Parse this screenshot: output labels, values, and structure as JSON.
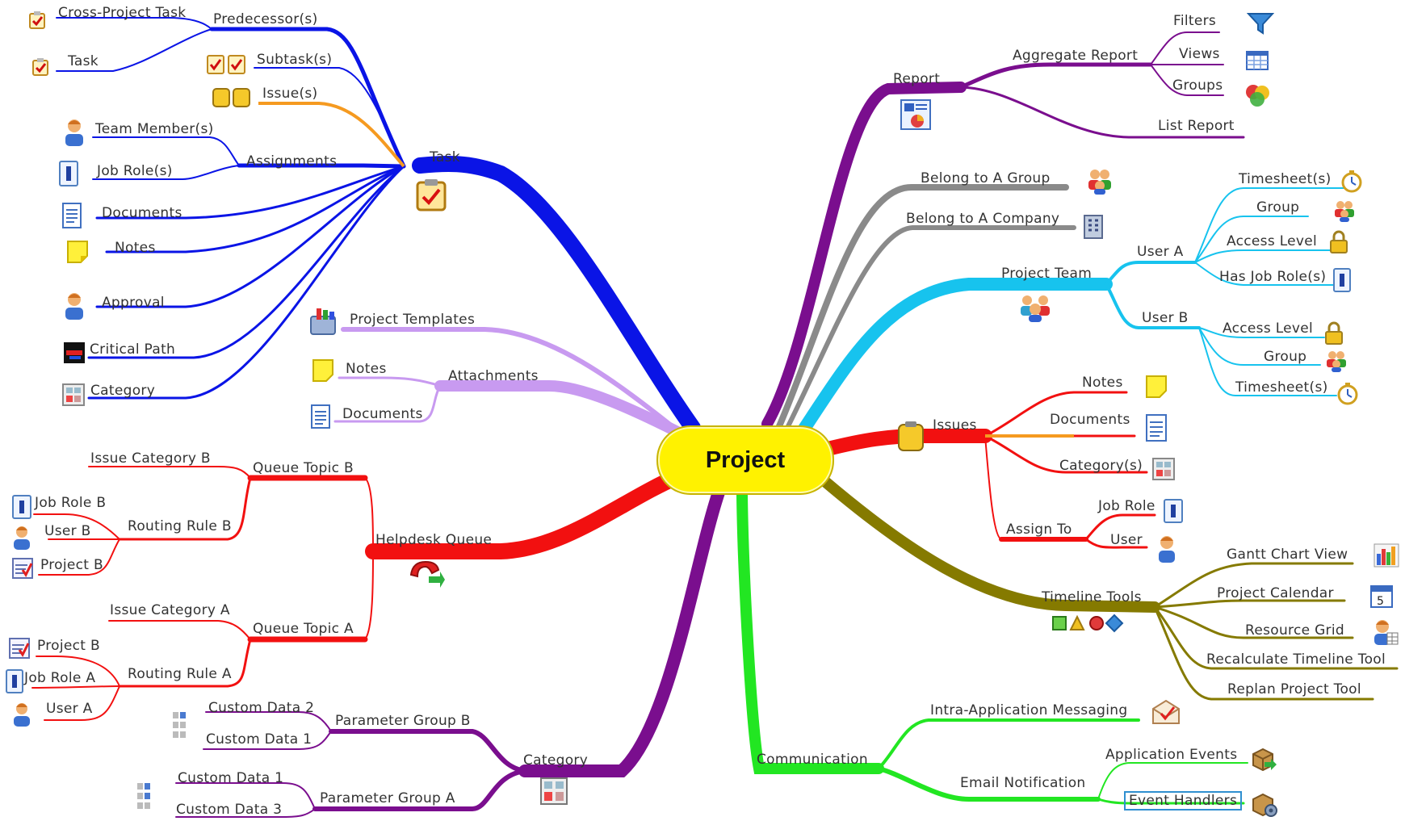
{
  "center": "Project",
  "task": {
    "title": "Task",
    "predecessors": "Predecessor(s)",
    "cross_project_task": "Cross-Project Task",
    "task_item": "Task",
    "subtasks": "Subtask(s)",
    "issues": "Issue(s)",
    "assignments": "Assignments",
    "team_members": "Team Member(s)",
    "job_roles": "Job Role(s)",
    "documents": "Documents",
    "notes": "Notes",
    "approval": "Approval",
    "critical_path": "Critical Path",
    "category": "Category"
  },
  "attachments": {
    "title": "Attachments",
    "project_templates": "Project Templates",
    "notes": "Notes",
    "documents": "Documents"
  },
  "helpdesk": {
    "title": "Helpdesk Queue",
    "topic_b": "Queue Topic B",
    "issue_category_b": "Issue Category B",
    "routing_rule_b": "Routing Rule B",
    "job_role_b": "Job Role B",
    "user_b": "User B",
    "project_b_top": "Project B",
    "topic_a": "Queue Topic A",
    "issue_category_a": "Issue Category A",
    "routing_rule_a": "Routing Rule A",
    "project_b_bottom": "Project B",
    "job_role_a": "Job Role A",
    "user_a": "User A"
  },
  "category": {
    "title": "Category",
    "group_b": "Parameter Group B",
    "custom_data_2": "Custom Data 2",
    "custom_data_1_b": "Custom Data 1",
    "group_a": "Parameter Group A",
    "custom_data_1_a": "Custom Data 1",
    "custom_data_3": "Custom Data 3"
  },
  "report": {
    "title": "Report",
    "aggregate": "Aggregate Report",
    "filters": "Filters",
    "views": "Views",
    "groups": "Groups",
    "list_report": "List Report"
  },
  "membership": {
    "belong_group": "Belong to A Group",
    "belong_company": "Belong to A Company"
  },
  "project_team": {
    "title": "Project Team",
    "user_a": "User A",
    "timesheets_a": "Timesheet(s)",
    "group_a": "Group",
    "access_level_a": "Access Level",
    "has_job_roles": "Has Job Role(s)",
    "user_b": "User B",
    "access_level_b": "Access Level",
    "group_b": "Group",
    "timesheets_b": "Timesheet(s)"
  },
  "issues": {
    "title": "Issues",
    "notes": "Notes",
    "documents": "Documents",
    "categories": "Category(s)",
    "assign_to": "Assign To",
    "job_role": "Job Role",
    "user": "User"
  },
  "timeline": {
    "title": "Timeline Tools",
    "gantt": "Gantt Chart View",
    "calendar": "Project Calendar",
    "resource_grid": "Resource Grid",
    "recalculate": "Recalculate Timeline Tool",
    "replan": "Replan Project Tool"
  },
  "communication": {
    "title": "Communication",
    "messaging": "Intra-Application Messaging",
    "email": "Email Notification",
    "app_events": "Application Events",
    "event_handlers": "Event Handlers"
  },
  "colors": {
    "task": "#0a14e6",
    "attachments": "#c89af0",
    "helpdesk": "#f21010",
    "category": "#7a0e8e",
    "report": "#7a0e8e",
    "membership": "#8a8a8a",
    "project_team": "#17c3ee",
    "issues": "#f21010",
    "timeline": "#857a00",
    "communication": "#22e622",
    "center_fill": "#fff200"
  }
}
